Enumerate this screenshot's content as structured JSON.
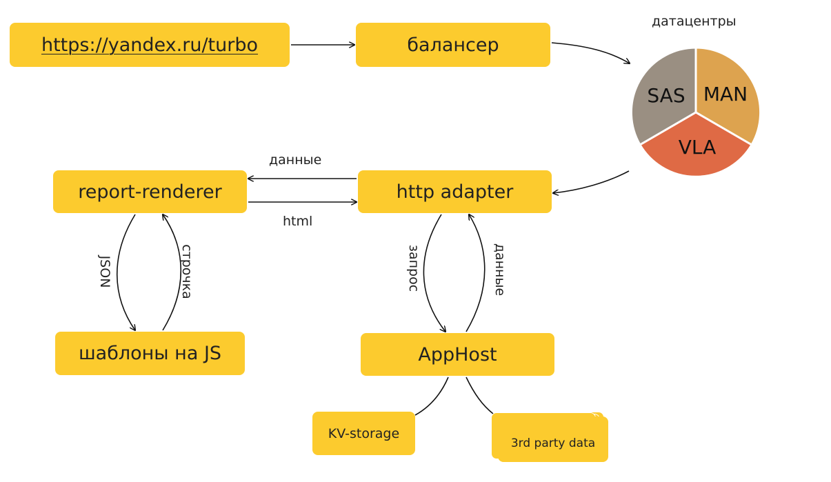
{
  "nodes": {
    "url": "https://yandex.ru/turbo",
    "balancer": "балансер",
    "report_renderer": "report-renderer",
    "http_adapter": "http adapter",
    "templates": "шаблоны на JS",
    "apphost": "AppHost",
    "kv_storage": "KV-storage",
    "third_party": "3rd party data"
  },
  "datacenters": {
    "title": "датацентры",
    "segments": [
      {
        "label": "SAS",
        "color": "#9a8f82"
      },
      {
        "label": "MAN",
        "color": "#dda34f"
      },
      {
        "label": "VLA",
        "color": "#df6a45"
      }
    ]
  },
  "edge_labels": {
    "data_top": "данные",
    "html": "html",
    "json": "JSON",
    "stroka": "строчка",
    "zapros": "запрос",
    "data_right": "данные"
  },
  "colors": {
    "box": "#fccb2e",
    "line": "#111111"
  }
}
